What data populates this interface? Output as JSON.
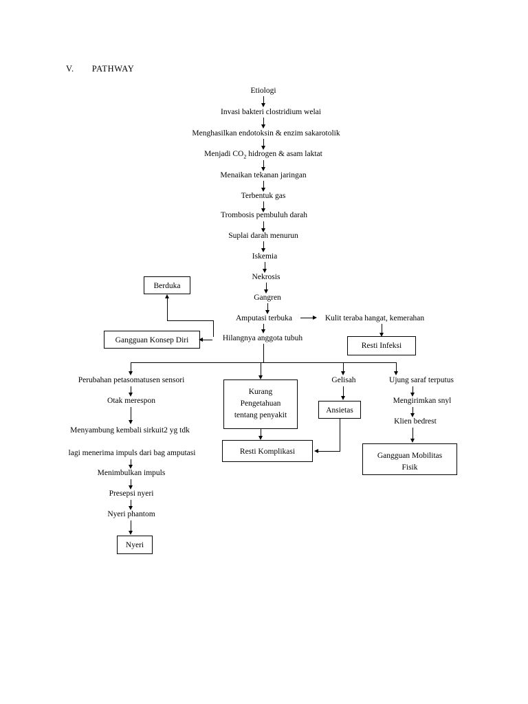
{
  "document": {
    "section_number": "V.",
    "section_title": "PATHWAY"
  },
  "diagram": {
    "type": "flowchart",
    "nodes": [
      {
        "id": "etiologi",
        "label": "Etiologi",
        "shape": "plain"
      },
      {
        "id": "invasi",
        "label": "Invasi bakteri clostridium welai",
        "shape": "plain"
      },
      {
        "id": "endotoksin",
        "label": "Menghasilkan endotoksin & enzim sakarotolik",
        "shape": "plain"
      },
      {
        "id": "co2",
        "label": "Menjadi CO2 hidrogen & asam laktat",
        "shape": "plain"
      },
      {
        "id": "tekanan",
        "label": "Menaikan tekanan jaringan",
        "shape": "plain"
      },
      {
        "id": "gas",
        "label": "Terbentuk gas",
        "shape": "plain"
      },
      {
        "id": "trombosis",
        "label": "Trombosis pembuluh darah",
        "shape": "plain"
      },
      {
        "id": "suplai",
        "label": "Suplai darah menurun",
        "shape": "plain"
      },
      {
        "id": "iskemia",
        "label": "Iskemia",
        "shape": "plain"
      },
      {
        "id": "nekrosis",
        "label": "Nekrosis",
        "shape": "plain"
      },
      {
        "id": "gangren",
        "label": "Gangren",
        "shape": "plain"
      },
      {
        "id": "amputasi",
        "label": "Amputasi terbuka",
        "shape": "plain"
      },
      {
        "id": "kulit",
        "label": "Kulit teraba hangat, kemerahan",
        "shape": "plain"
      },
      {
        "id": "hilangnya",
        "label": "Hilangnya anggota tubuh",
        "shape": "plain"
      },
      {
        "id": "berduka",
        "label": "Berduka",
        "shape": "box"
      },
      {
        "id": "gangguan-konsep-diri",
        "label": "Gangguan Konsep Diri",
        "shape": "box"
      },
      {
        "id": "resti-infeksi",
        "label": "Resti Infeksi",
        "shape": "box"
      },
      {
        "id": "perubahan",
        "label": "Perubahan petasomatusen sensori",
        "shape": "plain"
      },
      {
        "id": "otak",
        "label": "Otak merespon",
        "shape": "plain"
      },
      {
        "id": "menyambung1",
        "label": "Menyambung kembali sirkuit2 yg tdk",
        "shape": "plain"
      },
      {
        "id": "menyambung2",
        "label": "lagi menerima impuls dari bag amputasi",
        "shape": "plain"
      },
      {
        "id": "menimbulkan",
        "label": "Menimbulkan impuls",
        "shape": "plain"
      },
      {
        "id": "presepsi",
        "label": "Presepsi nyeri",
        "shape": "plain"
      },
      {
        "id": "nyeri-phantom",
        "label": "Nyeri phantom",
        "shape": "plain"
      },
      {
        "id": "nyeri",
        "label": "Nyeri",
        "shape": "box"
      },
      {
        "id": "kurang-pengetahuan",
        "label": "Kurang Pengetahuan tentang penyakit",
        "line1": "Kurang",
        "line2": "Pengetahuan",
        "line3": "tentang penyakit",
        "shape": "box"
      },
      {
        "id": "resti-komplikasi",
        "label": "Resti Komplikasi",
        "shape": "box"
      },
      {
        "id": "gelisah",
        "label": "Gelisah",
        "shape": "plain"
      },
      {
        "id": "ansietas",
        "label": "Ansietas",
        "shape": "box"
      },
      {
        "id": "ujung-saraf",
        "label": "Ujung saraf  terputus",
        "shape": "plain"
      },
      {
        "id": "mengirimkan",
        "label": "Mengirimkan snyl",
        "shape": "plain"
      },
      {
        "id": "klien-bedrest",
        "label": "Klien bedrest",
        "shape": "plain"
      },
      {
        "id": "gangguan-mobilitas",
        "label": "Gangguan Mobilitas Fisik",
        "line1": "Gangguan Mobilitas",
        "line2": "Fisik",
        "shape": "box"
      }
    ]
  },
  "colors": {
    "ink": "#000000",
    "paper": "#ffffff"
  }
}
